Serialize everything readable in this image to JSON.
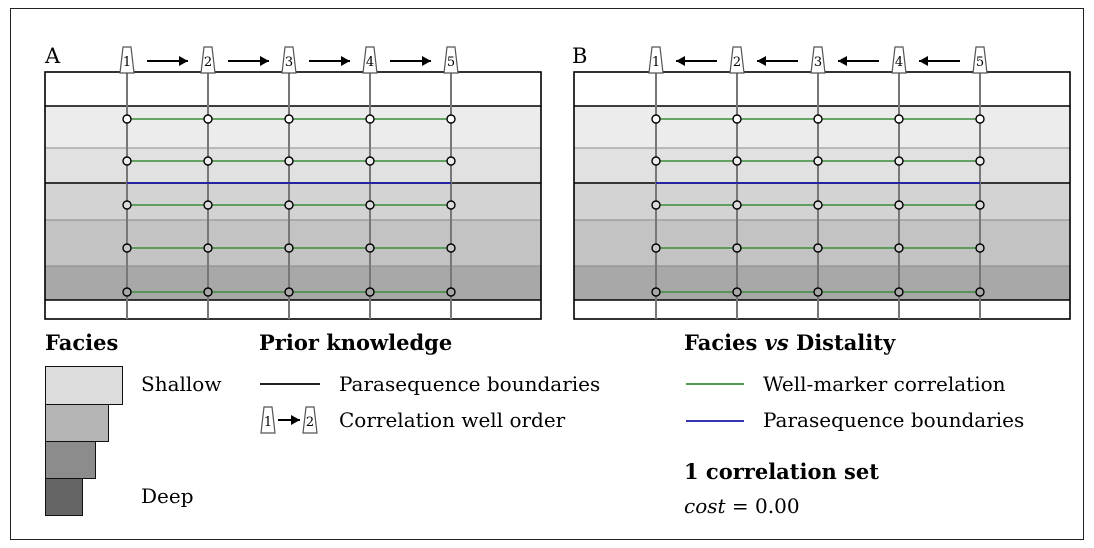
{
  "panel_labels": [
    "A",
    "B"
  ],
  "wells": [
    "1",
    "2",
    "3",
    "4",
    "5"
  ],
  "panel_a_arrow_direction": "right",
  "panel_b_arrow_direction": "left",
  "facies_bands": [
    {
      "facies": "shallow",
      "color": "#ececec"
    },
    {
      "facies": "shallow",
      "color": "#e1e1e1"
    },
    {
      "facies": "intermediate",
      "color": "#d3d3d3"
    },
    {
      "facies": "intermediate",
      "color": "#c3c3c3"
    },
    {
      "facies": "deep",
      "color": "#a8a8a8"
    }
  ],
  "legend": {
    "facies": {
      "title": "Facies",
      "shallow": "Shallow",
      "deep": "Deep",
      "swatch_colors": [
        "#dcdcdc",
        "#b4b4b4",
        "#8c8c8c",
        "#656565"
      ]
    },
    "prior": {
      "title": "Prior knowledge",
      "boundaries": "Parasequence boundaries",
      "order": "Correlation well order",
      "icon_well_a": "1",
      "icon_well_b": "2"
    },
    "distality": {
      "title_part1": "Facies ",
      "title_italic": "vs",
      "title_part2": " Distality",
      "correlation": "Well-marker correlation",
      "boundaries": "Parasequence boundaries",
      "correlation_color": "#3c8c3c",
      "boundary_color": "#1a1aa6"
    },
    "result": {
      "count": "1 correlation set",
      "cost_label": "cost",
      "cost_value": " = 0.00"
    }
  }
}
